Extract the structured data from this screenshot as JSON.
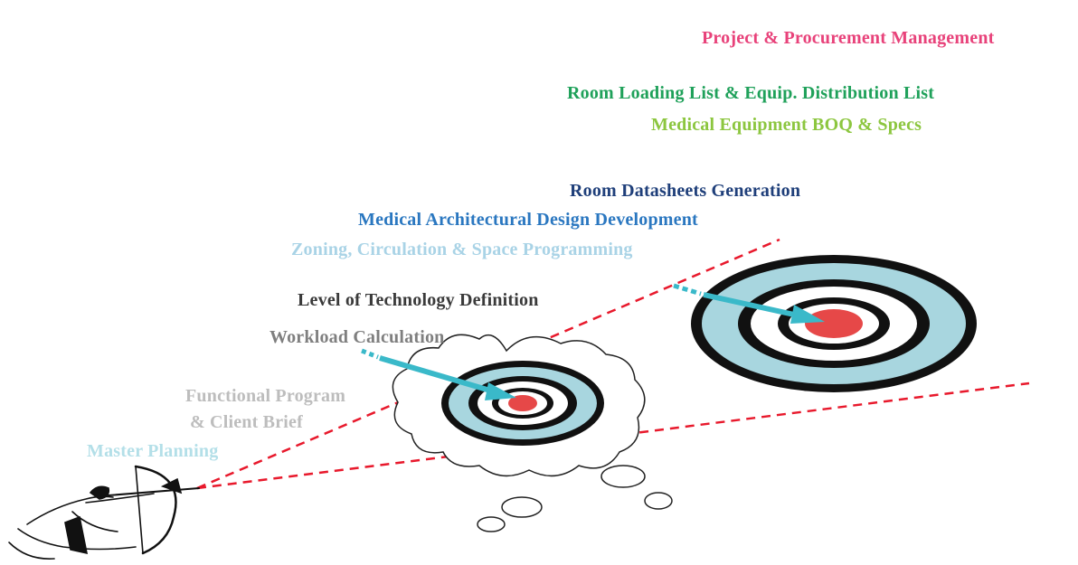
{
  "labels": {
    "project_procurement": "Project & Procurement Management",
    "room_loading": "Room Loading List & Equip. Distribution List",
    "equipment_boq": "Medical Equipment BOQ & Specs",
    "room_datasheets": "Room Datasheets Generation",
    "architectural_design": "Medical Architectural Design Development",
    "zoning": "Zoning, Circulation & Space Programming",
    "technology_level": "Level of Technology Definition",
    "workload": "Workload Calculation",
    "functional_program_line1": "Functional Program",
    "functional_program_line2": "& Client Brief",
    "master_planning": "Master Planning"
  },
  "colors": {
    "project_procurement": "#e8427a",
    "room_loading": "#1fa15a",
    "equipment_boq": "#8cc63f",
    "room_datasheets": "#1f3f7a",
    "architectural_design": "#2a77c0",
    "zoning": "#a9d3e6",
    "technology_level": "#3a3a3a",
    "workload": "#7f7f7f",
    "functional_program": "#bdbdbd",
    "master_planning": "#b3dfe8",
    "aim_lines": "#e8192c",
    "arrow": "#3ab9c9",
    "target_ring_light": "#a8d6df",
    "target_ring_dark": "#111111",
    "bullseye": "#e64848"
  },
  "icons": {
    "archer": "archer-icon",
    "target_large": "target-icon",
    "target_small": "target-icon",
    "thought_cloud": "thought-cloud-icon"
  }
}
